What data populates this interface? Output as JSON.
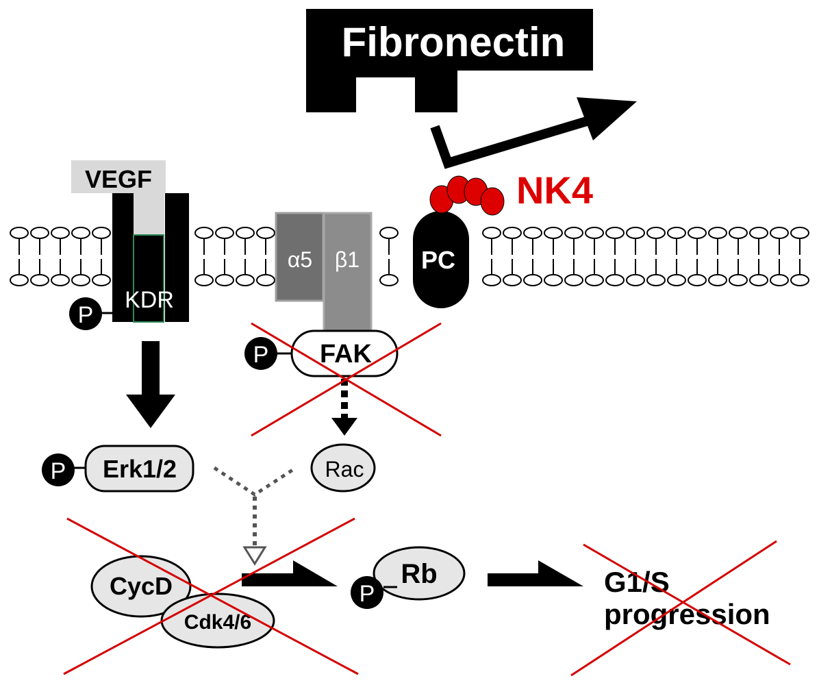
{
  "labels": {
    "fibronectin": "Fibronectin",
    "vegf": "VEGF",
    "kdr": "KDR",
    "alpha5": "α5",
    "beta1": "β1",
    "pc": "PC",
    "nk4": "NK4",
    "fak": "FAK",
    "erk": "Erk1/2",
    "rac": "Rac",
    "cycd": "CycD",
    "cdk": "Cdk4/6",
    "rb": "Rb",
    "g1s_line1": "G1/S",
    "g1s_line2": "progression",
    "phospho": "P"
  },
  "colors": {
    "black": "#000000",
    "inhibition_red": "#d40000",
    "nk4_red": "#dd0000",
    "membrane_fill": "#ffffff",
    "vegf_gray": "#d9d9d9",
    "alpha5_gray": "#6f6f6f",
    "beta1_gray": "#8c8c8c",
    "node_fill": "#e6e6e6",
    "dotted_gray": "#555555",
    "kdr_outline_green": "#2e8b57"
  },
  "icons": {
    "phospho": "phospho-circle-icon",
    "inhibition": "red-x-icon",
    "arrow": "arrow-icon"
  }
}
